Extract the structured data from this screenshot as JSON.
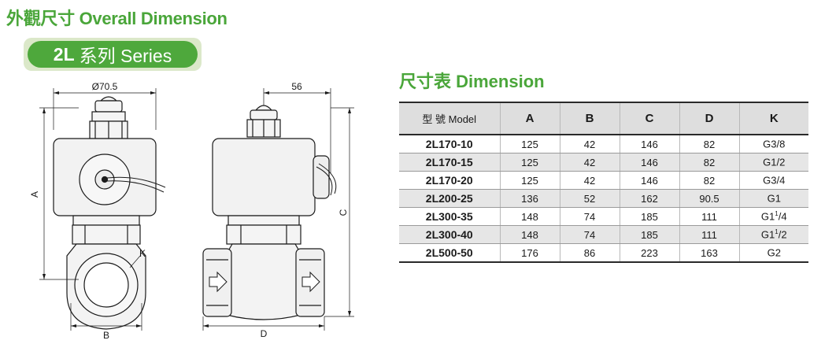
{
  "heading": {
    "title": "外觀尺寸 Overall Dimension"
  },
  "series": {
    "code": "2L",
    "label": "系列 Series"
  },
  "table_title": "尺寸表 Dimension",
  "drawing": {
    "dim_diameter": "Ø70.5",
    "dim_width": "56",
    "label_a": "A",
    "label_b": "B",
    "label_c": "C",
    "label_d": "D",
    "label_k": "K"
  },
  "table": {
    "headers": [
      "型 號 Model",
      "A",
      "B",
      "C",
      "D",
      "K"
    ],
    "rows": [
      {
        "model": "2L170-10",
        "a": "125",
        "b": "42",
        "c": "146",
        "d": "82",
        "k_main": "G3/8",
        "k_sup": "",
        "k_rest": ""
      },
      {
        "model": "2L170-15",
        "a": "125",
        "b": "42",
        "c": "146",
        "d": "82",
        "k_main": "G1/2",
        "k_sup": "",
        "k_rest": ""
      },
      {
        "model": "2L170-20",
        "a": "125",
        "b": "42",
        "c": "146",
        "d": "82",
        "k_main": "G3/4",
        "k_sup": "",
        "k_rest": ""
      },
      {
        "model": "2L200-25",
        "a": "136",
        "b": "52",
        "c": "162",
        "d": "90.5",
        "k_main": "G1",
        "k_sup": "",
        "k_rest": ""
      },
      {
        "model": "2L300-35",
        "a": "148",
        "b": "74",
        "c": "185",
        "d": "111",
        "k_main": "G1",
        "k_sup": "1",
        "k_rest": "/4"
      },
      {
        "model": "2L300-40",
        "a": "148",
        "b": "74",
        "c": "185",
        "d": "111",
        "k_main": "G1",
        "k_sup": "1",
        "k_rest": "/2"
      },
      {
        "model": "2L500-50",
        "a": "176",
        "b": "86",
        "c": "223",
        "d": "163",
        "k_main": "G2",
        "k_sup": "",
        "k_rest": ""
      }
    ]
  },
  "colors": {
    "accent_green": "#4aa63a",
    "pill_green": "#4ea83c",
    "pill_halo": "#dbe8c9",
    "header_gray": "#dedede",
    "stripe_gray": "#e6e6e6"
  }
}
